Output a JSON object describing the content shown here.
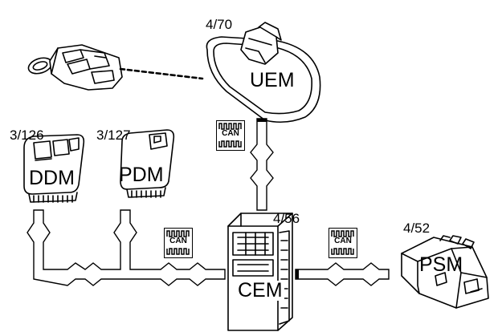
{
  "modules": {
    "uem": {
      "name": "UEM",
      "code": "4/70"
    },
    "ddm": {
      "name": "DDM",
      "code": "3/126"
    },
    "pdm": {
      "name": "PDM",
      "code": "3/127"
    },
    "cem": {
      "name": "CEM",
      "code": "4/56"
    },
    "psm": {
      "name": "PSM",
      "code": "4/52"
    }
  },
  "can_badge": {
    "text": "CAN"
  },
  "colors": {
    "line": "#000000",
    "background": "#ffffff"
  },
  "icons": [
    "key-fob-icon",
    "rearview-mirror-icon",
    "window-switch-icon",
    "control-unit-icon",
    "seat-module-icon",
    "can-bus-icon"
  ]
}
